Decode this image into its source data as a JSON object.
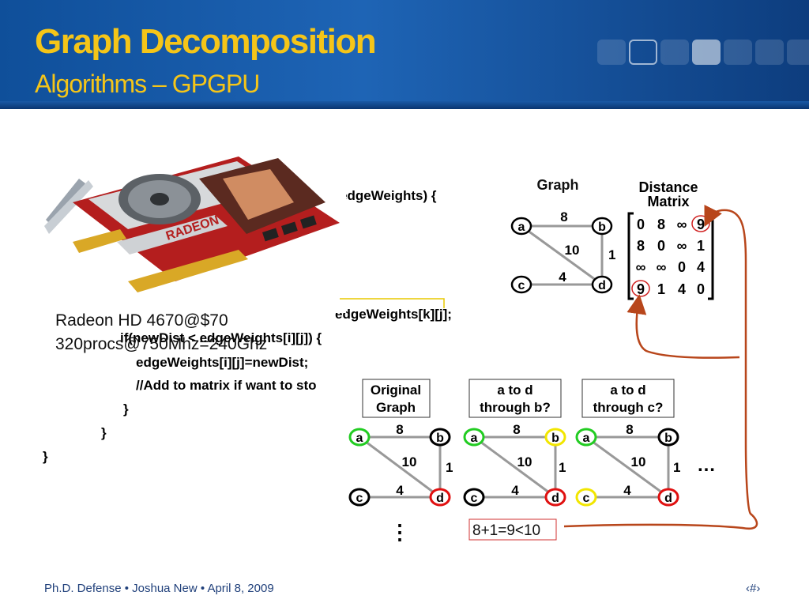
{
  "slide": {
    "title": "Graph Decomposition",
    "subtitle": "Algorithms – GPGPU"
  },
  "code": {
    "line1": "edgeWeights) {",
    "line2": "edgeWeights[k][j];",
    "line3": "if(newDist < edgeWeights[i][j]) {",
    "line4": "edgeWeights[i][j]=newDist;",
    "line5": "//Add to matrix if want to sto",
    "line6": "}",
    "line7": "}",
    "line8": "}"
  },
  "gpu": {
    "caption_line1": "Radeon HD 4670@$70",
    "caption_line2": "320procs@750Mhz=240Ghz",
    "card_brand": "RADEON"
  },
  "graph": {
    "heading": "Graph",
    "nodes": [
      "a",
      "b",
      "c",
      "d"
    ],
    "edge_ab": "8",
    "edge_ad": "10",
    "edge_bd": "1",
    "edge_cd": "4"
  },
  "matrix": {
    "heading_line1": "Distance",
    "heading_line2": "Matrix",
    "rows": [
      [
        "0",
        "8",
        "∞",
        "9"
      ],
      [
        "8",
        "0",
        "∞",
        "1"
      ],
      [
        "∞",
        "∞",
        "0",
        "4"
      ],
      [
        "9",
        "1",
        "4",
        "0"
      ]
    ]
  },
  "panels": [
    {
      "label_line1": "Original",
      "label_line2": "Graph"
    },
    {
      "label_line1": "a to d",
      "label_line2": "through b?"
    },
    {
      "label_line1": "a to d",
      "label_line2": "through c?"
    }
  ],
  "ellipsis_right": "…",
  "ellipsis_vertical": "⋮",
  "equation": "8+1=9<10",
  "colors": {
    "title": "#f5c518",
    "node_green": "#22cc22",
    "node_yellow": "#f2e600",
    "node_red": "#e01010",
    "arrow": "#b8461b"
  },
  "footer": {
    "text": "Ph.D. Defense   •   Joshua New   •   April 8, 2009",
    "page": "‹#›"
  }
}
